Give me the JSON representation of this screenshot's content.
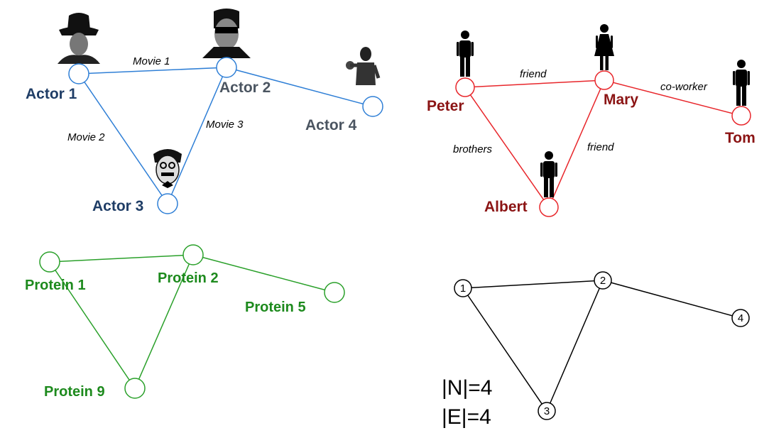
{
  "colors": {
    "actor": "#2f7fd6",
    "actor_label": "#1f3d66",
    "actor4_label": "#4b5561",
    "social": "#e8262b",
    "social_label": "#8b1414",
    "protein": "#2aa02a",
    "protein_label": "#1d8a1d",
    "abstract": "#000000"
  },
  "actors": {
    "nodes": [
      "Actor 1",
      "Actor 2",
      "Actor 3",
      "Actor 4"
    ],
    "edges": [
      "Movie 1",
      "Movie 2",
      "Movie 3"
    ]
  },
  "social": {
    "nodes": [
      "Peter",
      "Mary",
      "Albert",
      "Tom"
    ],
    "edges": [
      "friend",
      "co-worker",
      "brothers",
      "friend"
    ]
  },
  "proteins": {
    "nodes": [
      "Protein 1",
      "Protein 2",
      "Protein 5",
      "Protein 9"
    ]
  },
  "abstract": {
    "nodes": [
      "1",
      "2",
      "3",
      "4"
    ],
    "n_count": "|N|=4",
    "e_count": "|E|=4"
  }
}
